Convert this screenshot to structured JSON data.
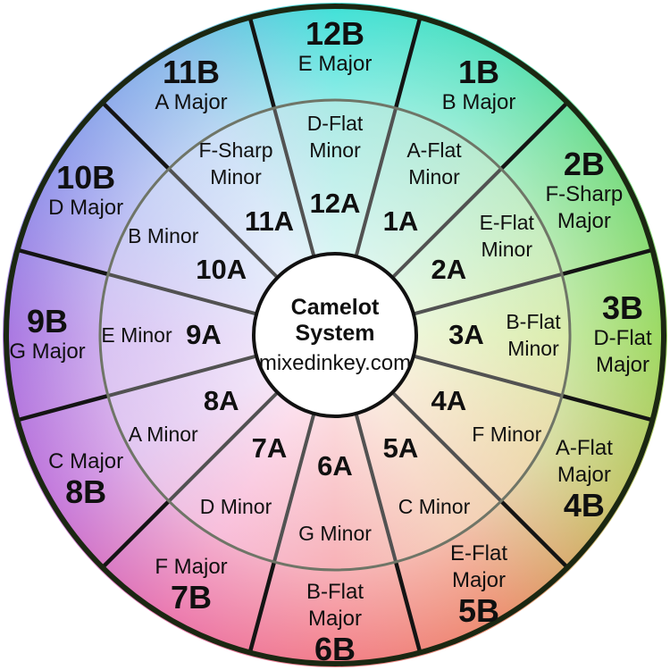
{
  "center": {
    "title": "Camelot System",
    "subtitle": "mixedinkey.com"
  },
  "wheel": {
    "segments": [
      {
        "code_major": "12B",
        "major": [
          "E Major"
        ],
        "color_major": "#43E1D8",
        "code_minor": "12A",
        "minor": [
          "D-Flat",
          "Minor"
        ],
        "color_minor": "#A6E9E3"
      },
      {
        "code_major": "1B",
        "major": [
          "B Major"
        ],
        "color_major": "#5BE2BE",
        "code_minor": "1A",
        "minor": [
          "A-Flat",
          "Minor"
        ],
        "color_minor": "#AFE9D3"
      },
      {
        "code_major": "2B",
        "major": [
          "F-Sharp",
          "Major"
        ],
        "color_major": "#7CDD86",
        "code_minor": "2A",
        "minor": [
          "E-Flat",
          "Minor"
        ],
        "color_minor": "#C1ECBE"
      },
      {
        "code_major": "3B",
        "major": [
          "D-Flat",
          "Major"
        ],
        "color_major": "#9EDA64",
        "code_minor": "3A",
        "minor": [
          "B-Flat",
          "Minor"
        ],
        "color_minor": "#D8EBA7"
      },
      {
        "code_major": "4B",
        "major": [
          "A-Flat",
          "Major"
        ],
        "color_major": "#C7C76F",
        "code_minor": "4A",
        "minor": [
          "F Minor"
        ],
        "color_minor": "#ECD9A9"
      },
      {
        "code_major": "5B",
        "major": [
          "E-Flat",
          "Major"
        ],
        "color_major": "#EE9174",
        "code_minor": "5A",
        "minor": [
          "C Minor"
        ],
        "color_minor": "#F5CBB5"
      },
      {
        "code_major": "6B",
        "major": [
          "B-Flat",
          "Major"
        ],
        "color_major": "#F3808A",
        "code_minor": "6A",
        "minor": [
          "G Minor"
        ],
        "color_minor": "#F7ADB3"
      },
      {
        "code_major": "7B",
        "major": [
          "F Major"
        ],
        "color_major": "#EC7BAF",
        "code_minor": "7A",
        "minor": [
          "D Minor"
        ],
        "color_minor": "#F8BAD8"
      },
      {
        "code_major": "8B",
        "major": [
          "C Major"
        ],
        "color_major": "#C57BDC",
        "code_minor": "8A",
        "minor": [
          "A Minor"
        ],
        "color_minor": "#E1C4F0"
      },
      {
        "code_major": "9B",
        "major": [
          "G Major"
        ],
        "color_major": "#AA79E2",
        "code_minor": "9A",
        "minor": [
          "E Minor"
        ],
        "color_minor": "#D5BFF2"
      },
      {
        "code_major": "10B",
        "major": [
          "D Major"
        ],
        "color_major": "#959BEC",
        "code_minor": "10A",
        "minor": [
          "B Minor"
        ],
        "color_minor": "#C6CCF5"
      },
      {
        "code_major": "11B",
        "major": [
          "A Major"
        ],
        "color_major": "#8CBCEA",
        "code_minor": "11A",
        "minor": [
          "F-Sharp",
          "Minor"
        ],
        "color_minor": "#C8DDF6"
      }
    ]
  },
  "style": {
    "rim_color": "#1B2712",
    "outer_divider_color": "#141414",
    "inner_divider_color": "#525252",
    "ring_boundary_color": "#6F7567",
    "text_color": "#101010",
    "background": "#FFFFFF"
  }
}
